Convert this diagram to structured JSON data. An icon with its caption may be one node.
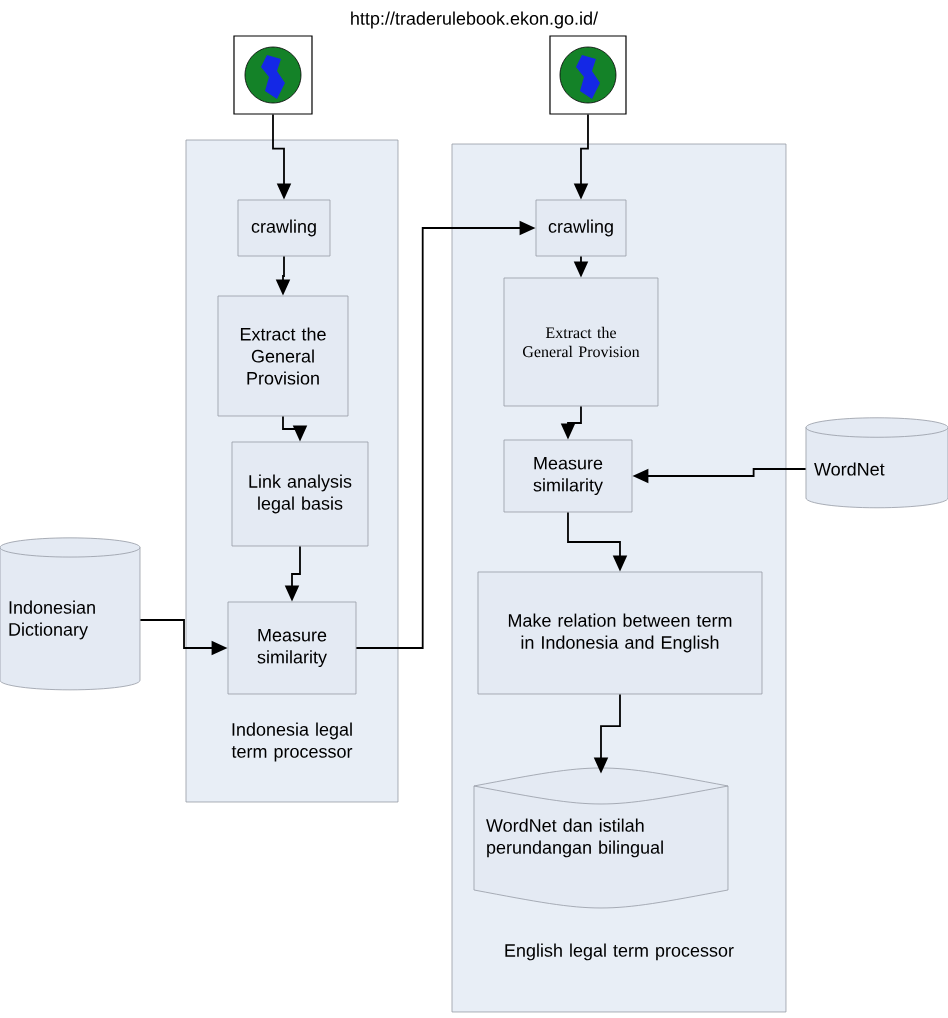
{
  "diagram": {
    "nodes": [
      {
        "text": [],
        "shape": "picture"
      },
      {
        "text": [],
        "shape": "picture"
      },
      {
        "text": [
          "Indonesia legal term processor"
        ]
      },
      {
        "text": [
          "crawling"
        ],
        "in": 2
      },
      {
        "text": [
          "Extract the General Provision"
        ],
        "in": 2
      },
      {
        "text": [
          "Link analysis legal basis"
        ],
        "in": 2
      },
      {
        "text": [
          "Measure similarity"
        ],
        "in": 2
      },
      {
        "text": [
          "English legal term processor"
        ]
      },
      {
        "text": [
          "crawling"
        ],
        "in": 7
      },
      {
        "text": [
          "Extract the General Provision"
        ],
        "in": 7
      },
      {
        "text": [
          "Measure similarity"
        ],
        "in": 7
      },
      {
        "text": [
          "Make relation between term in Indonesia and English"
        ],
        "in": 7
      },
      {
        "text": [
          "WordNet dan istilah perundangan bilingual"
        ],
        "in": 7
      },
      {
        "text": [
          "Indonesian Dictionary"
        ]
      },
      {
        "text": [
          "WordNet"
        ]
      }
    ],
    "edges": [
      {
        "from": 0,
        "to": 3,
        "arrow": "to"
      },
      {
        "from": 3,
        "to": 4,
        "arrow": "to"
      },
      {
        "from": 4,
        "to": 5,
        "arrow": "to"
      },
      {
        "from": 5,
        "to": 6,
        "arrow": "to"
      },
      {
        "from": 13,
        "to": 6,
        "arrow": "to"
      },
      {
        "from": 6,
        "to": 8,
        "arrow": "to"
      },
      {
        "from": 1,
        "to": 8,
        "arrow": "to"
      },
      {
        "from": 8,
        "to": 9,
        "arrow": "to"
      },
      {
        "from": 9,
        "to": 10,
        "arrow": "to"
      },
      {
        "from": 14,
        "to": 10,
        "arrow": "to"
      },
      {
        "from": 10,
        "to": 11,
        "arrow": "to"
      },
      {
        "from": 11,
        "to": 12,
        "arrow": "to"
      }
    ],
    "labels": [
      "http://traderulebook.ekon.go.id/"
    ]
  }
}
